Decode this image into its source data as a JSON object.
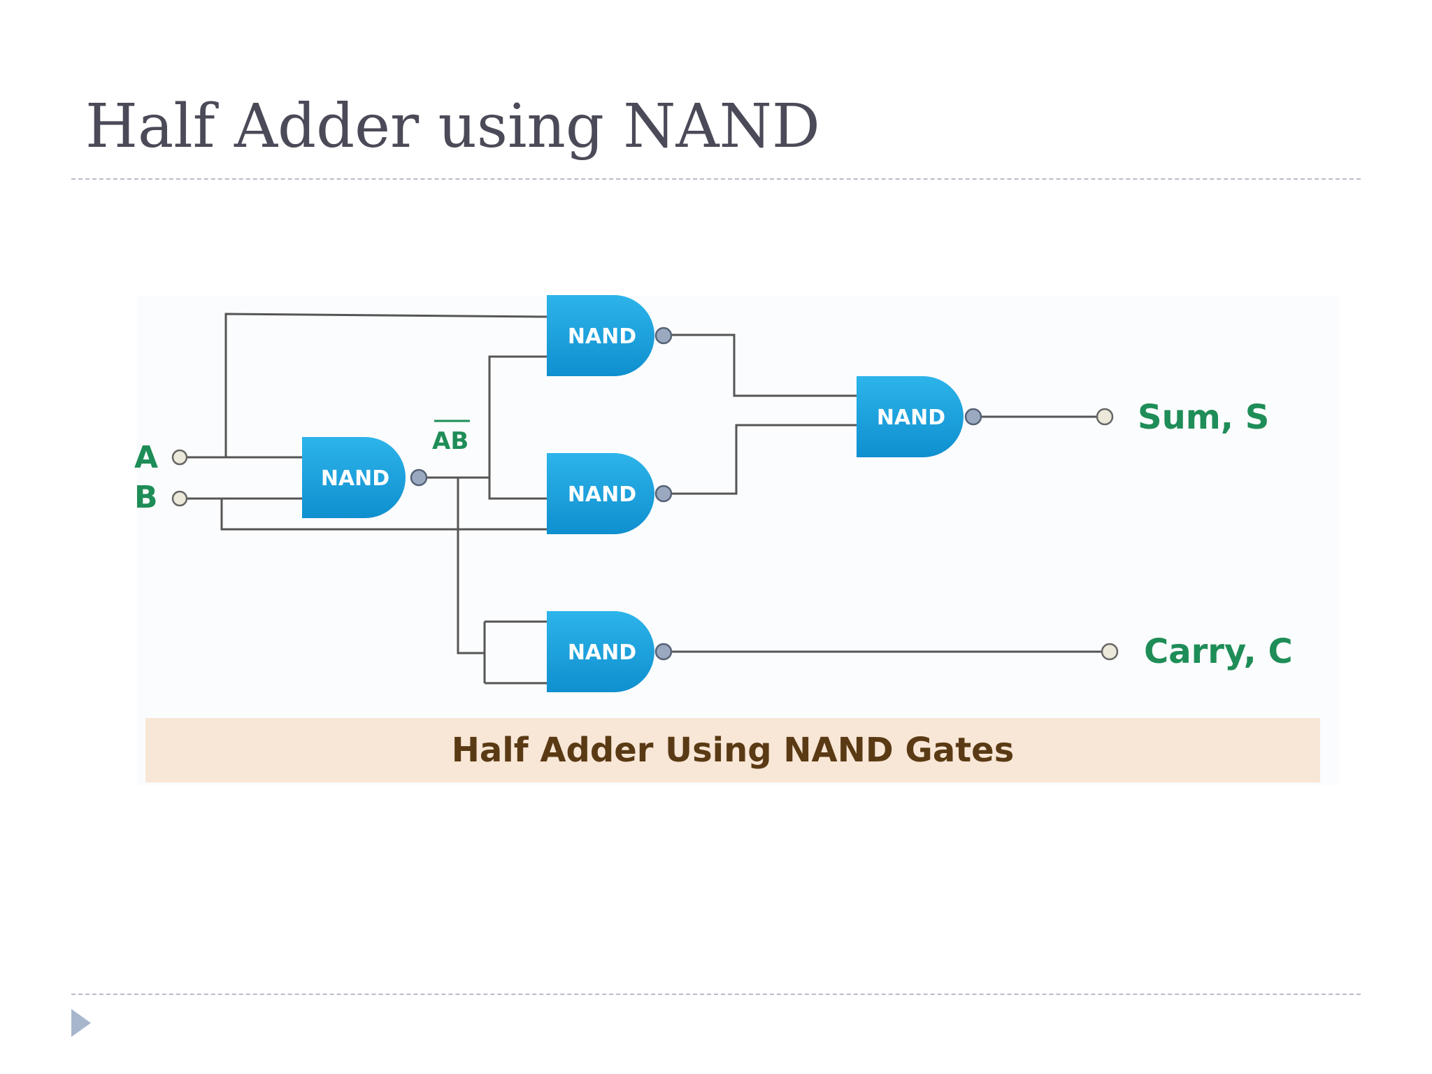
{
  "slide": {
    "title": "Half Adder using NAND"
  },
  "figure": {
    "gate_label": "NAND",
    "inputs": {
      "a": "A",
      "b": "B"
    },
    "intermediate": "AB",
    "outputs": {
      "sum": "Sum, S",
      "carry": "Carry, C"
    },
    "caption": "Half Adder Using NAND Gates",
    "colors": {
      "gate_fill": "#1aa3dd",
      "label_green": "#1e8d57",
      "caption_band": "#f8e6d6",
      "caption_text": "#5a3a14",
      "title_text": "#4a4a58",
      "bullet": "#a8b6cc"
    }
  }
}
